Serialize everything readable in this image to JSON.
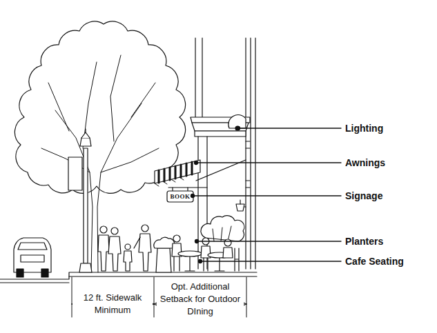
{
  "diagram": {
    "labels": [
      "Lighting",
      "Awnings",
      "Signage",
      "Planters",
      "Cafe Seating",
      "BOOK",
      "12 ft. Sidewalk Minimum",
      "Opt. Additional Setback for Outdoor DIning"
    ]
  }
}
